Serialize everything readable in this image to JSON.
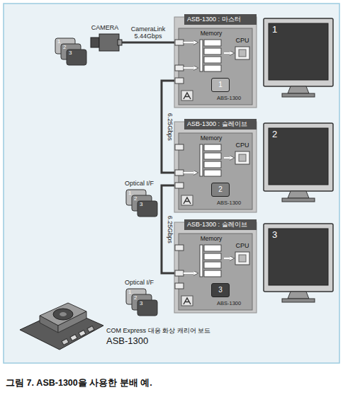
{
  "diagram": {
    "caption": "그림 7. ASB-1300을 사용한 분배 예.",
    "nodes": [
      {
        "text": [
          "CAMERA"
        ]
      },
      {
        "text": [
          "ASB-1300 : 마스터",
          "ABS-1300"
        ]
      },
      {
        "text": [
          "Memory"
        ],
        "in": 1
      },
      {
        "text": [
          "CPU"
        ],
        "in": 1
      },
      {
        "text": [
          "1"
        ],
        "in": 1
      },
      {
        "text": [
          "1"
        ]
      },
      {
        "text": [
          "ASB-1300 : 슬레이브",
          "ABS-1300"
        ]
      },
      {
        "text": [
          "Memory"
        ],
        "in": 6
      },
      {
        "text": [
          "CPU"
        ],
        "in": 6
      },
      {
        "text": [
          "2"
        ],
        "in": 6
      },
      {
        "text": [
          "2"
        ]
      },
      {
        "text": [
          "ASB-1300 : 슬레이브",
          "ABS-1300"
        ]
      },
      {
        "text": [
          "Memory"
        ],
        "in": 11
      },
      {
        "text": [
          "CPU"
        ],
        "in": 11
      },
      {
        "text": [
          "3"
        ],
        "in": 11
      },
      {
        "text": [
          "3"
        ]
      }
    ],
    "edges": [
      {
        "from": 0,
        "to": 1,
        "label": "CameraLink 5.44Gbps",
        "arrow": "none"
      },
      {
        "from": 2,
        "to": 3,
        "arrow": "to"
      },
      {
        "from": 1,
        "to": 6,
        "label": "6.25Gbps",
        "arrow": "none"
      },
      {
        "from": 7,
        "to": 8,
        "arrow": "to"
      },
      {
        "from": 6,
        "to": 11,
        "label": "6.25Gbps",
        "arrow": "none"
      },
      {
        "from": 12,
        "to": 13,
        "arrow": "to"
      }
    ],
    "labels": [
      "1",
      "2",
      "3",
      "Optical I/F",
      "1",
      "2",
      "3",
      "Optical I/F",
      "1",
      "2",
      "3",
      "COM Express 대응 화상 캐리어 보드",
      "ASB-1300"
    ]
  }
}
